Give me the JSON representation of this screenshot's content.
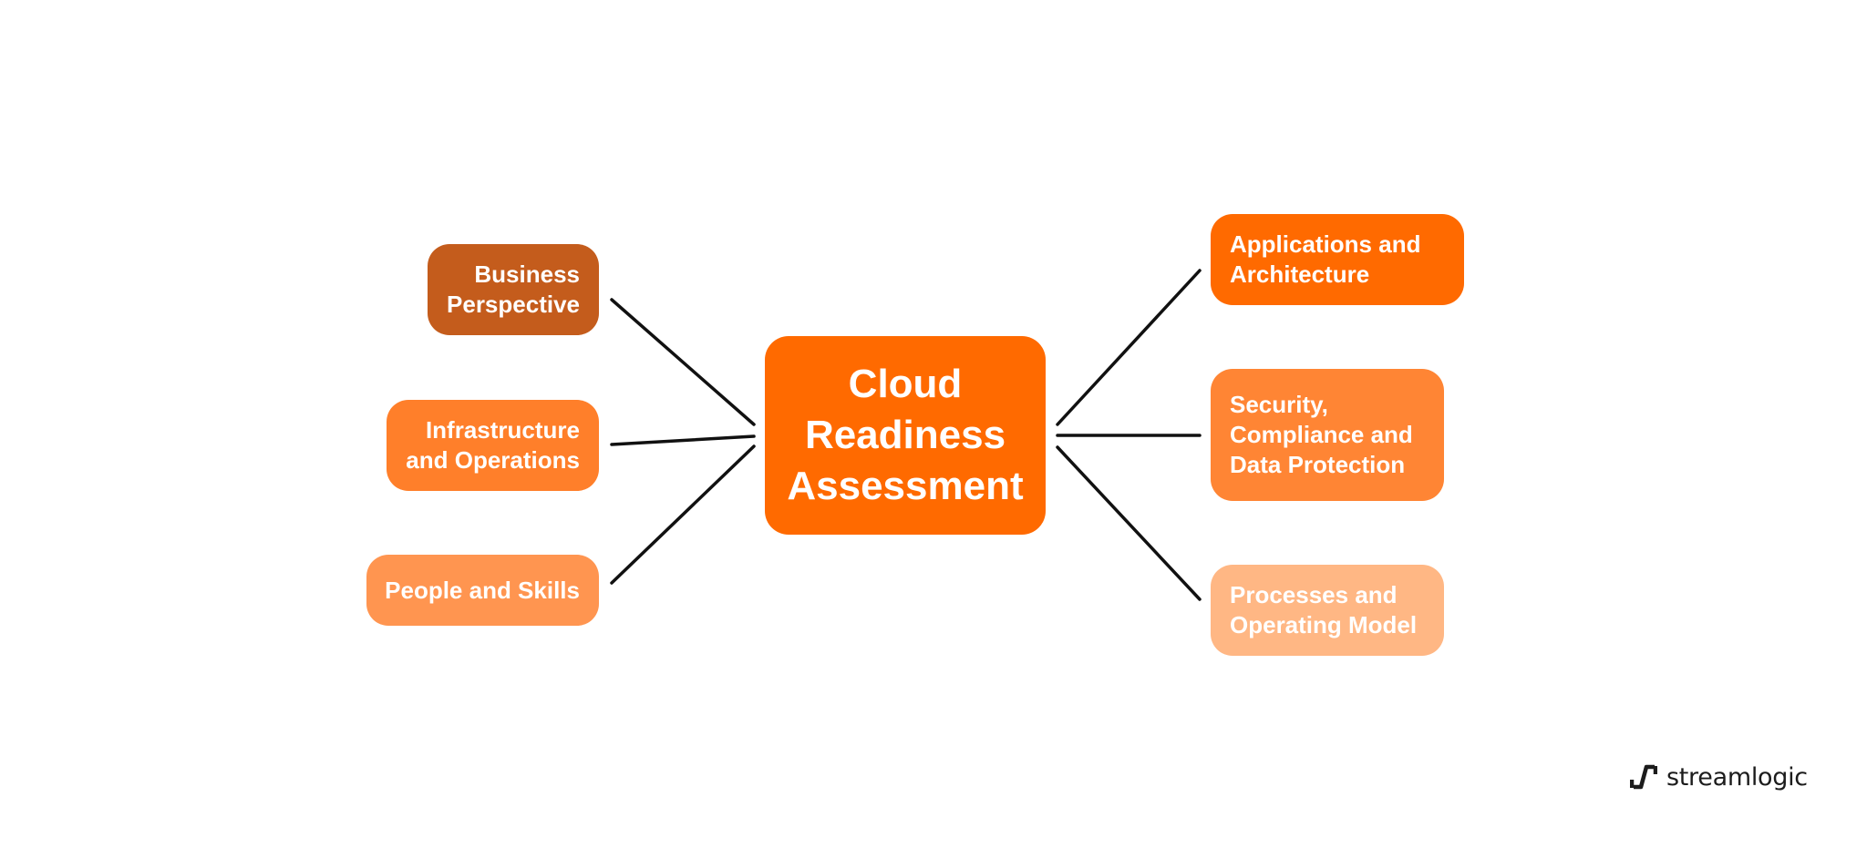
{
  "diagram": {
    "center": {
      "label": "Cloud\nReadiness\nAssessment",
      "color": "#ff6a00"
    },
    "left_nodes": [
      {
        "id": "business-perspective",
        "label": "Business\nPerspective",
        "color": "#c45c1c"
      },
      {
        "id": "infrastructure-and-operations",
        "label": "Infrastructure\nand Operations",
        "color": "#ff7f2a"
      },
      {
        "id": "people-and-skills",
        "label": "People and Skills",
        "color": "#ff9550"
      }
    ],
    "right_nodes": [
      {
        "id": "applications-and-architecture",
        "label": "Applications and\nArchitecture",
        "color": "#ff6a00"
      },
      {
        "id": "security-compliance-data-protection",
        "label": "Security,\nCompliance and\nData Protection",
        "color": "#ff8534"
      },
      {
        "id": "processes-and-operating-model",
        "label": "Processes and\nOperating Model",
        "color": "#ffb784"
      }
    ],
    "connector_color": "#111111"
  },
  "brand": {
    "name": "streamlogic",
    "color": "#1c1c1c"
  }
}
